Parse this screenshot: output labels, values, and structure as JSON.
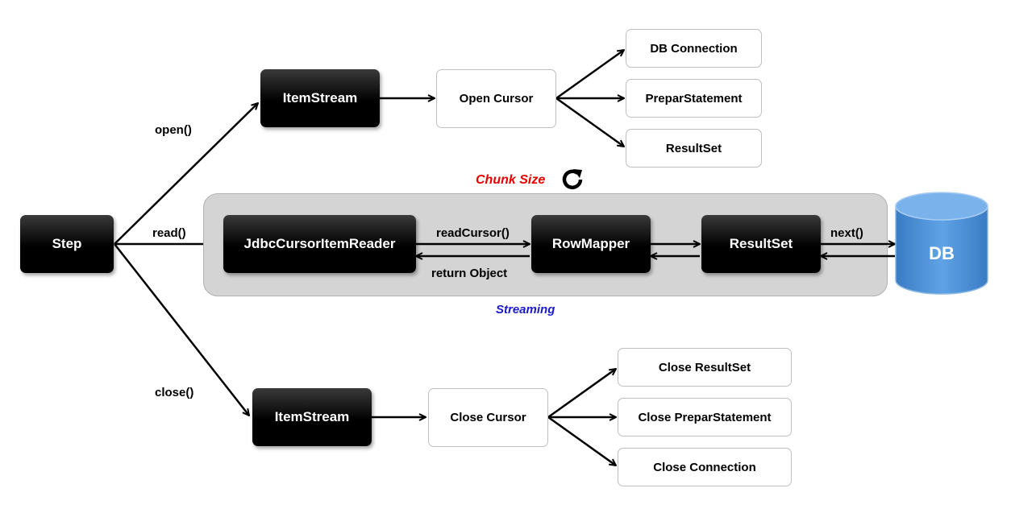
{
  "nodes": {
    "step": "Step",
    "itemstream_open": "ItemStream",
    "open_cursor": "Open Cursor",
    "db_connection": "DB Connection",
    "prepar_statement": "PreparStatement",
    "resultset_open": "ResultSet",
    "reader": "JdbcCursorItemReader",
    "rowmapper": "RowMapper",
    "resultset": "ResultSet",
    "db": "DB",
    "itemstream_close": "ItemStream",
    "close_cursor": "Close Cursor",
    "close_resultset": "Close ResultSet",
    "close_prepar_statement": "Close PreparStatement",
    "close_connection": "Close Connection"
  },
  "edges": {
    "open": "open()",
    "read": "read()",
    "close": "close()",
    "read_cursor": "readCursor()",
    "return_object": "return Object",
    "next": "next()"
  },
  "annotations": {
    "chunk_size": "Chunk Size",
    "streaming": "Streaming"
  },
  "icons": {
    "refresh": "refresh-icon",
    "db": "database-cylinder-icon"
  },
  "colors": {
    "chunk_size": "#e60000",
    "streaming": "#1a1acc",
    "db_fill": "#4a90d9"
  }
}
